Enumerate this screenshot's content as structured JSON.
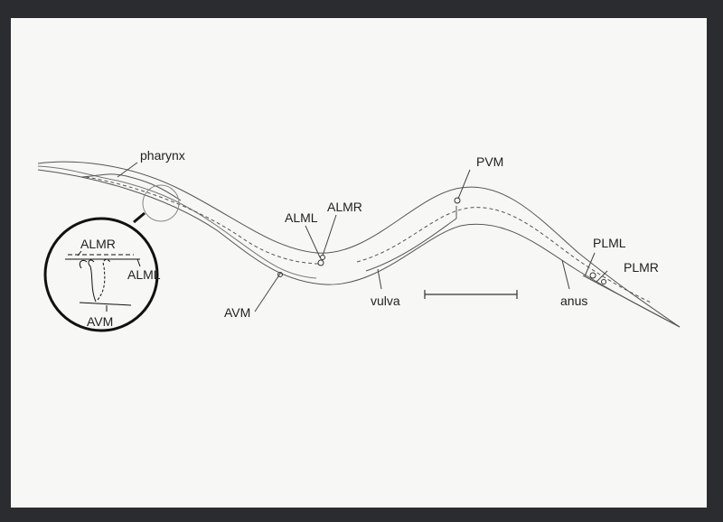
{
  "labels": {
    "pharynx": "pharynx",
    "alml": "ALML",
    "almr": "ALMR",
    "avm": "AVM",
    "pvm": "PVM",
    "vulva": "vulva",
    "anus": "anus",
    "plml": "PLML",
    "plmr": "PLMR"
  },
  "inset": {
    "almr": "ALMR",
    "alml": "ALML",
    "avm": "AVM"
  }
}
